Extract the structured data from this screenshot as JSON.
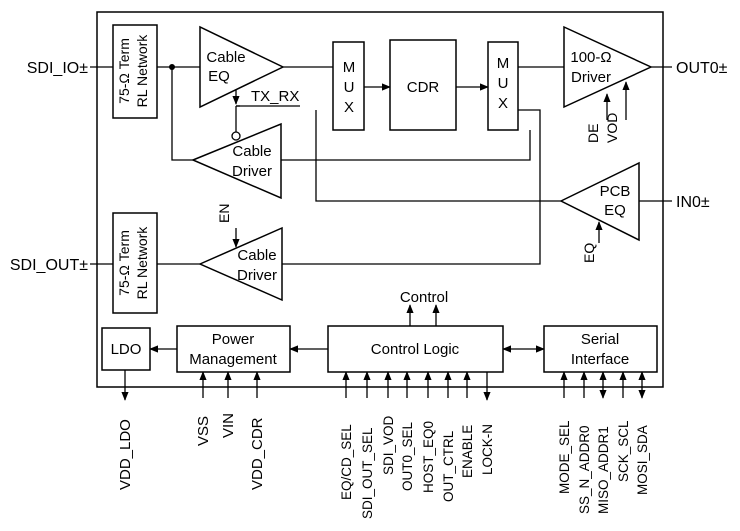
{
  "pins_left": {
    "sdi_io": "SDI_IO±",
    "sdi_out": "SDI_OUT±"
  },
  "pins_right": {
    "out0": "OUT0±",
    "in0": "IN0±"
  },
  "blocks": {
    "term_top": [
      "75-Ω Term",
      "RL Network"
    ],
    "term_bottom": [
      "75-Ω Term",
      "RL Network"
    ],
    "cable_eq": [
      "Cable",
      "EQ"
    ],
    "cable_driver_top": [
      "Cable",
      "Driver"
    ],
    "cable_driver_bottom": [
      "Cable",
      "Driver"
    ],
    "mux_left": [
      "M",
      "U",
      "X"
    ],
    "mux_right": [
      "M",
      "U",
      "X"
    ],
    "cdr": "CDR",
    "driver_100": [
      "100-Ω",
      "Driver"
    ],
    "pcb_eq": [
      "PCB",
      "EQ"
    ],
    "ldo": "LDO",
    "power_management": [
      "Power",
      "Management"
    ],
    "control_logic": "Control Logic",
    "serial_interface": [
      "Serial",
      "Interface"
    ]
  },
  "signals": {
    "tx_rx": "TX_RX",
    "en": "EN",
    "de": "DE",
    "vod": "VOD",
    "eq": "EQ",
    "control": "Control"
  },
  "pins_bottom": {
    "vdd_ldo": "VDD_LDO",
    "vss": "VSS",
    "vin": "VIN",
    "vdd_cdr": "VDD_CDR",
    "eq_cd_sel": "EQ/CD_SEL",
    "sdi_out_sel": "SDI_OUT_SEL",
    "sdi_vod": "SDI_VOD",
    "out0_sel": "OUT0_SEL",
    "host_eq0": "HOST_EQ0",
    "out_ctrl": "OUT_CTRL",
    "enable": "ENABLE",
    "lock_n": "LOCK-N",
    "mode_sel": "MODE_SEL",
    "ss_n_addr0": "SS_N_ADDR0",
    "miso_addr1": "MISO_ADDR1",
    "sck_scl": "SCK_SCL",
    "mosi_sda": "MOSI_SDA"
  }
}
